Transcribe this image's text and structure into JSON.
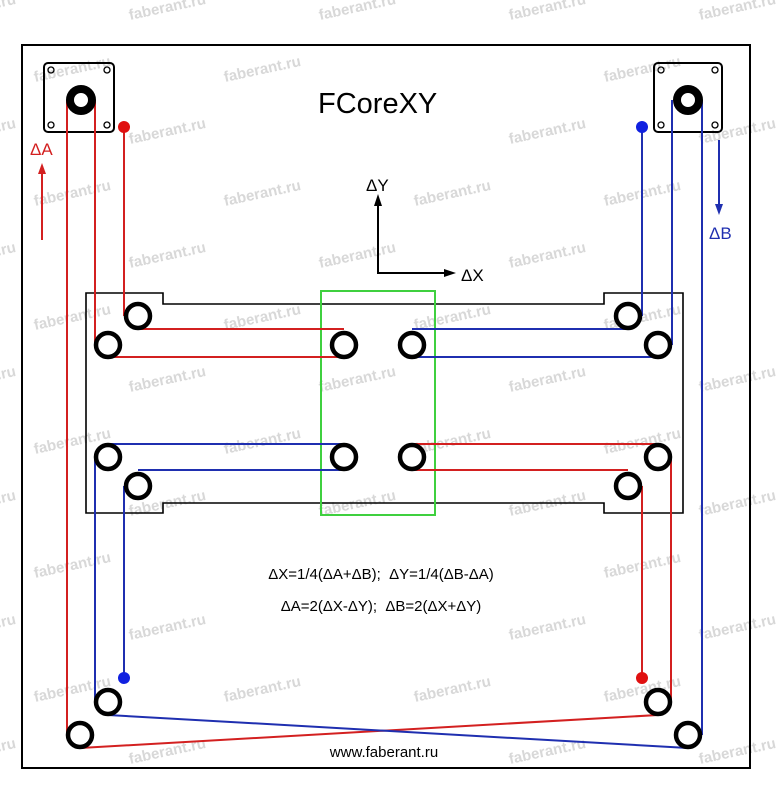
{
  "title": "FCoreXY",
  "watermark": "faberant.ru",
  "footer_url": "www.faberant.ru",
  "labels": {
    "delta_a": "ΔA",
    "delta_b": "ΔB",
    "delta_x": "ΔX",
    "delta_y": "ΔY"
  },
  "formulas": {
    "line1": "ΔX=1/4(ΔA+ΔB);  ΔY=1/4(ΔB-ΔA)",
    "line2": "ΔA=2(ΔX-ΔY);  ΔB=2(ΔX+ΔY)"
  },
  "colors": {
    "belt_a": "#d32020",
    "belt_b": "#1f2fb0",
    "carriage": "#3fd03f",
    "frame": "#000000"
  }
}
